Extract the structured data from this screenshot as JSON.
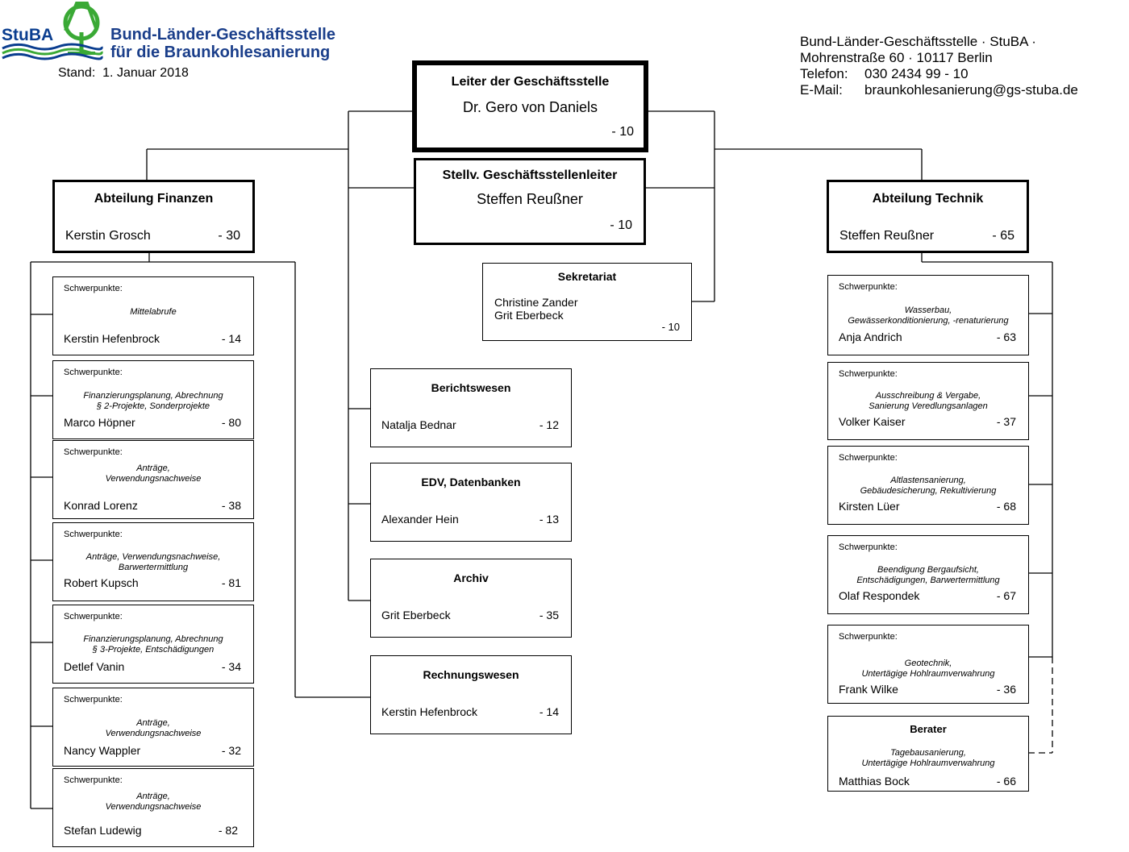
{
  "header": {
    "logo_short": "StuBA",
    "org_line1": "Bund-Länder-Geschäftsstelle",
    "org_line2": "für die Braunkohlesanierung",
    "stand": "Stand:  1. Januar 2018",
    "addr_line1": "Bund-Länder-Geschäftsstelle · StuBA ·",
    "addr_line2": "Mohrenstraße 60 · 10117 Berlin",
    "phone_label": "Telefon:",
    "phone_value": "030 2434 99 - 10",
    "email_label": "E-Mail:",
    "email_value": "braunkohlesanierung@gs-stuba.de",
    "colors": {
      "logo_blue": "#0a3d8f",
      "logo_green": "#3aa935"
    }
  },
  "leitung": {
    "head": {
      "title": "Leiter der Geschäftsstelle",
      "name": "Dr. Gero von Daniels",
      "ext": "- 10"
    },
    "deputy": {
      "title": "Stellv. Geschäftsstellenleiter",
      "name": "Steffen Reußner",
      "ext": "- 10"
    },
    "sekretariat": {
      "title": "Sekretariat",
      "name1": "Christine Zander",
      "name2": "Grit Eberbeck",
      "ext": "- 10"
    }
  },
  "central_units": [
    {
      "title": "Berichtswesen",
      "name": "Natalja Bednar",
      "ext": "- 12"
    },
    {
      "title": "EDV, Datenbanken",
      "name": "Alexander Hein",
      "ext": "- 13"
    },
    {
      "title": "Archiv",
      "name": "Grit Eberbeck",
      "ext": "- 35"
    },
    {
      "title": "Rechnungswesen",
      "name": "Kerstin Hefenbrock",
      "ext": "- 14"
    }
  ],
  "finanzen": {
    "title": "Abteilung Finanzen",
    "name": "Kerstin Grosch",
    "ext": "- 30",
    "label": "Schwerpunkte:",
    "staff": [
      {
        "focus1": "Mittelabrufe",
        "focus2": "",
        "name": "Kerstin Hefenbrock",
        "ext": "- 14"
      },
      {
        "focus1": "Finanzierungsplanung, Abrechnung",
        "focus2": "§ 2-Projekte, Sonderprojekte",
        "name": "Marco Höpner",
        "ext": "- 80"
      },
      {
        "focus1": "Anträge,",
        "focus2": "Verwendungsnachweise",
        "name": "Konrad Lorenz",
        "ext": "- 38"
      },
      {
        "focus1": "Anträge, Verwendungsnachweise,",
        "focus2": "Barwertermittlung",
        "name": "Robert Kupsch",
        "ext": "- 81"
      },
      {
        "focus1": "Finanzierungsplanung, Abrechnung",
        "focus2": "§ 3-Projekte, Entschädigungen",
        "name": "Detlef Vanin",
        "ext": "- 34"
      },
      {
        "focus1": "Anträge,",
        "focus2": "Verwendungsnachweise",
        "name": "Nancy Wappler",
        "ext": "- 32"
      },
      {
        "focus1": "Anträge,",
        "focus2": "Verwendungsnachweise",
        "name": "Stefan Ludewig",
        "ext": "- 82"
      }
    ]
  },
  "technik": {
    "title": "Abteilung Technik",
    "name": "Steffen Reußner",
    "ext": "- 65",
    "label": "Schwerpunkte:",
    "staff": [
      {
        "focus1": "Wasserbau,",
        "focus2": "Gewässerkonditionierung,  -renaturierung",
        "name": "Anja Andrich",
        "ext": "- 63"
      },
      {
        "focus1": "Ausschreibung & Vergabe,",
        "focus2": "Sanierung Veredlungsanlagen",
        "name": "Volker Kaiser",
        "ext": "- 37"
      },
      {
        "focus1": "Altlastensanierung,",
        "focus2": "Gebäudesicherung, Rekultivierung",
        "name": "Kirsten Lüer",
        "ext": "- 68"
      },
      {
        "focus1": "Beendigung Bergaufsicht,",
        "focus2": "Entschädigungen, Barwertermittlung",
        "name": "Olaf Respondek",
        "ext": "- 67"
      },
      {
        "focus1": "Geotechnik,",
        "focus2": "Untertägige Hohlraumverwahrung",
        "name": "Frank Wilke",
        "ext": "- 36"
      }
    ],
    "berater": {
      "title": "Berater",
      "focus1": "Tagebausanierung,",
      "focus2": "Untertägige Hohlraumverwahrung",
      "name": "Matthias Bock",
      "ext": "- 66"
    }
  }
}
